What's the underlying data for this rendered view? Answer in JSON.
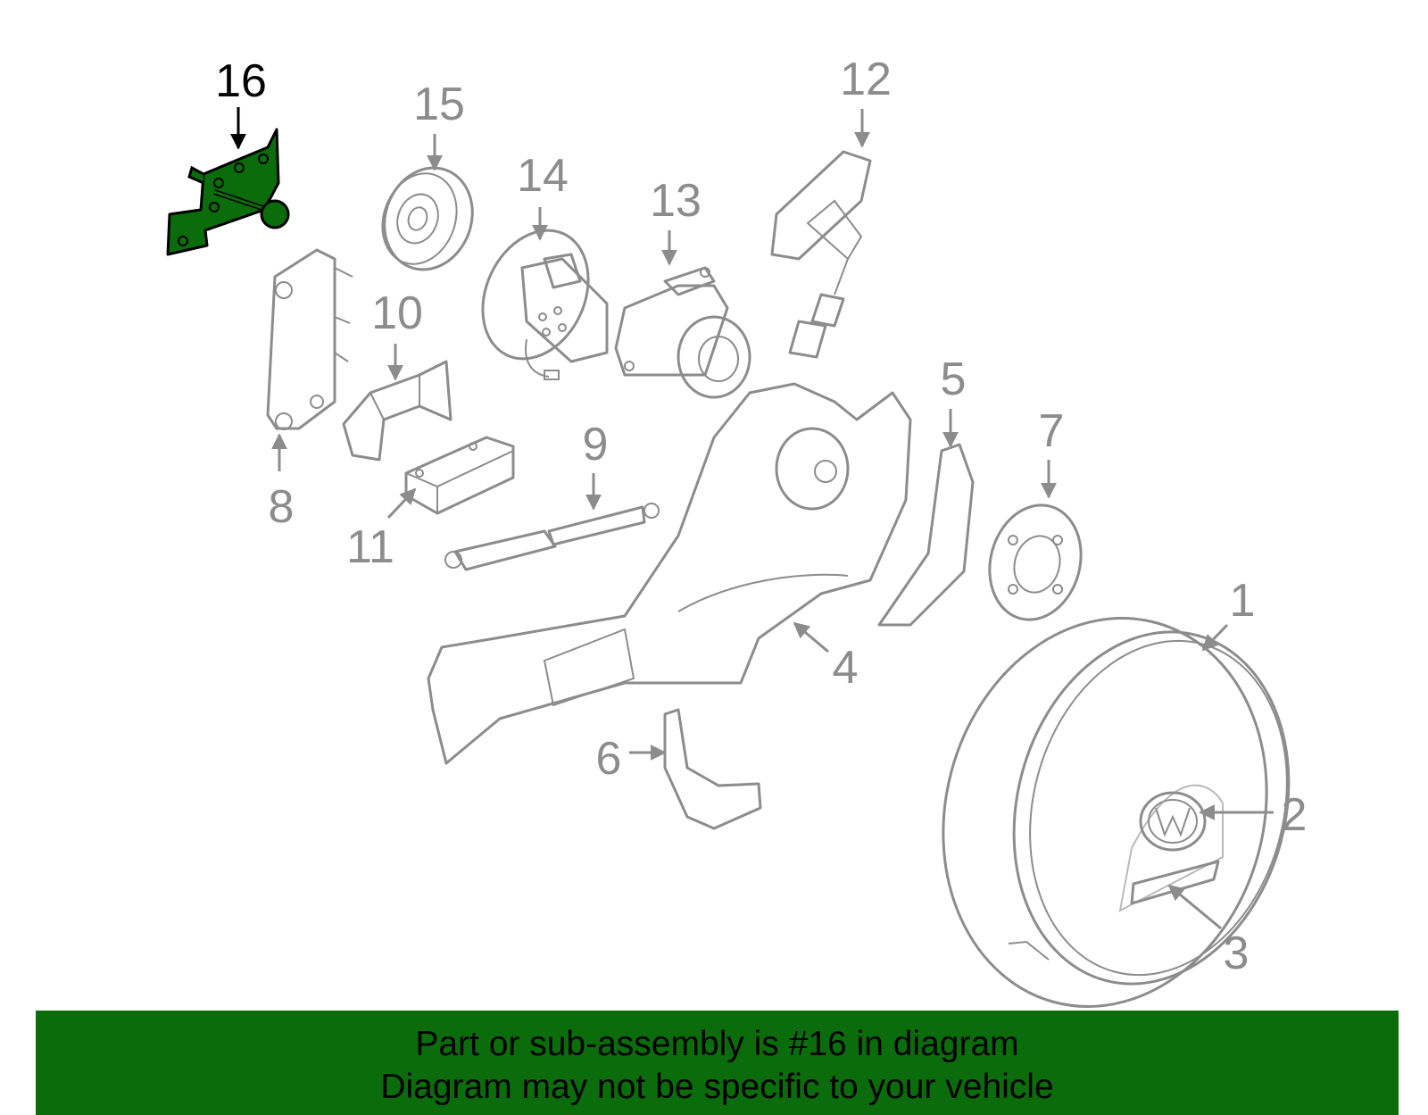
{
  "diagram": {
    "highlight_part": "16",
    "highlight_color": "#0b6c0b",
    "line_color": "#8c8c8c",
    "callouts": {
      "c1": "1",
      "c2": "2",
      "c3": "3",
      "c4": "4",
      "c5": "5",
      "c6": "6",
      "c7": "7",
      "c8": "8",
      "c9": "9",
      "c10": "10",
      "c11": "11",
      "c12": "12",
      "c13": "13",
      "c14": "14",
      "c15": "15",
      "c16": "16"
    }
  },
  "banner": {
    "line1": "Part or sub-assembly is #16 in diagram",
    "line2": "Diagram may not be specific to your vehicle",
    "background": "#0b6c0b"
  }
}
